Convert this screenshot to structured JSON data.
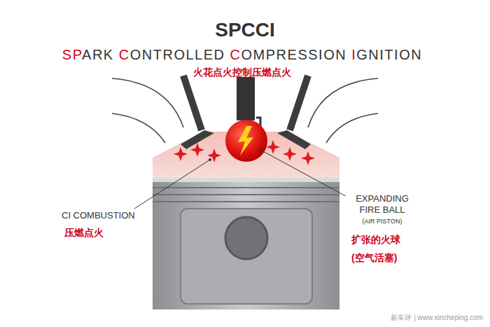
{
  "diagram": {
    "title": "SPCCI",
    "labels": [
      "SPARK CONTROLLED COMPRESSION IGNITION",
      "火花点火控制压燃点火",
      "CI COMBUSTION",
      "压燃点火",
      "EXPANDING FIRE BALL",
      "(AIR PISTON)",
      "扩张的火球",
      "(空气活塞)",
      "新车评 | www.xincheping.com"
    ]
  }
}
